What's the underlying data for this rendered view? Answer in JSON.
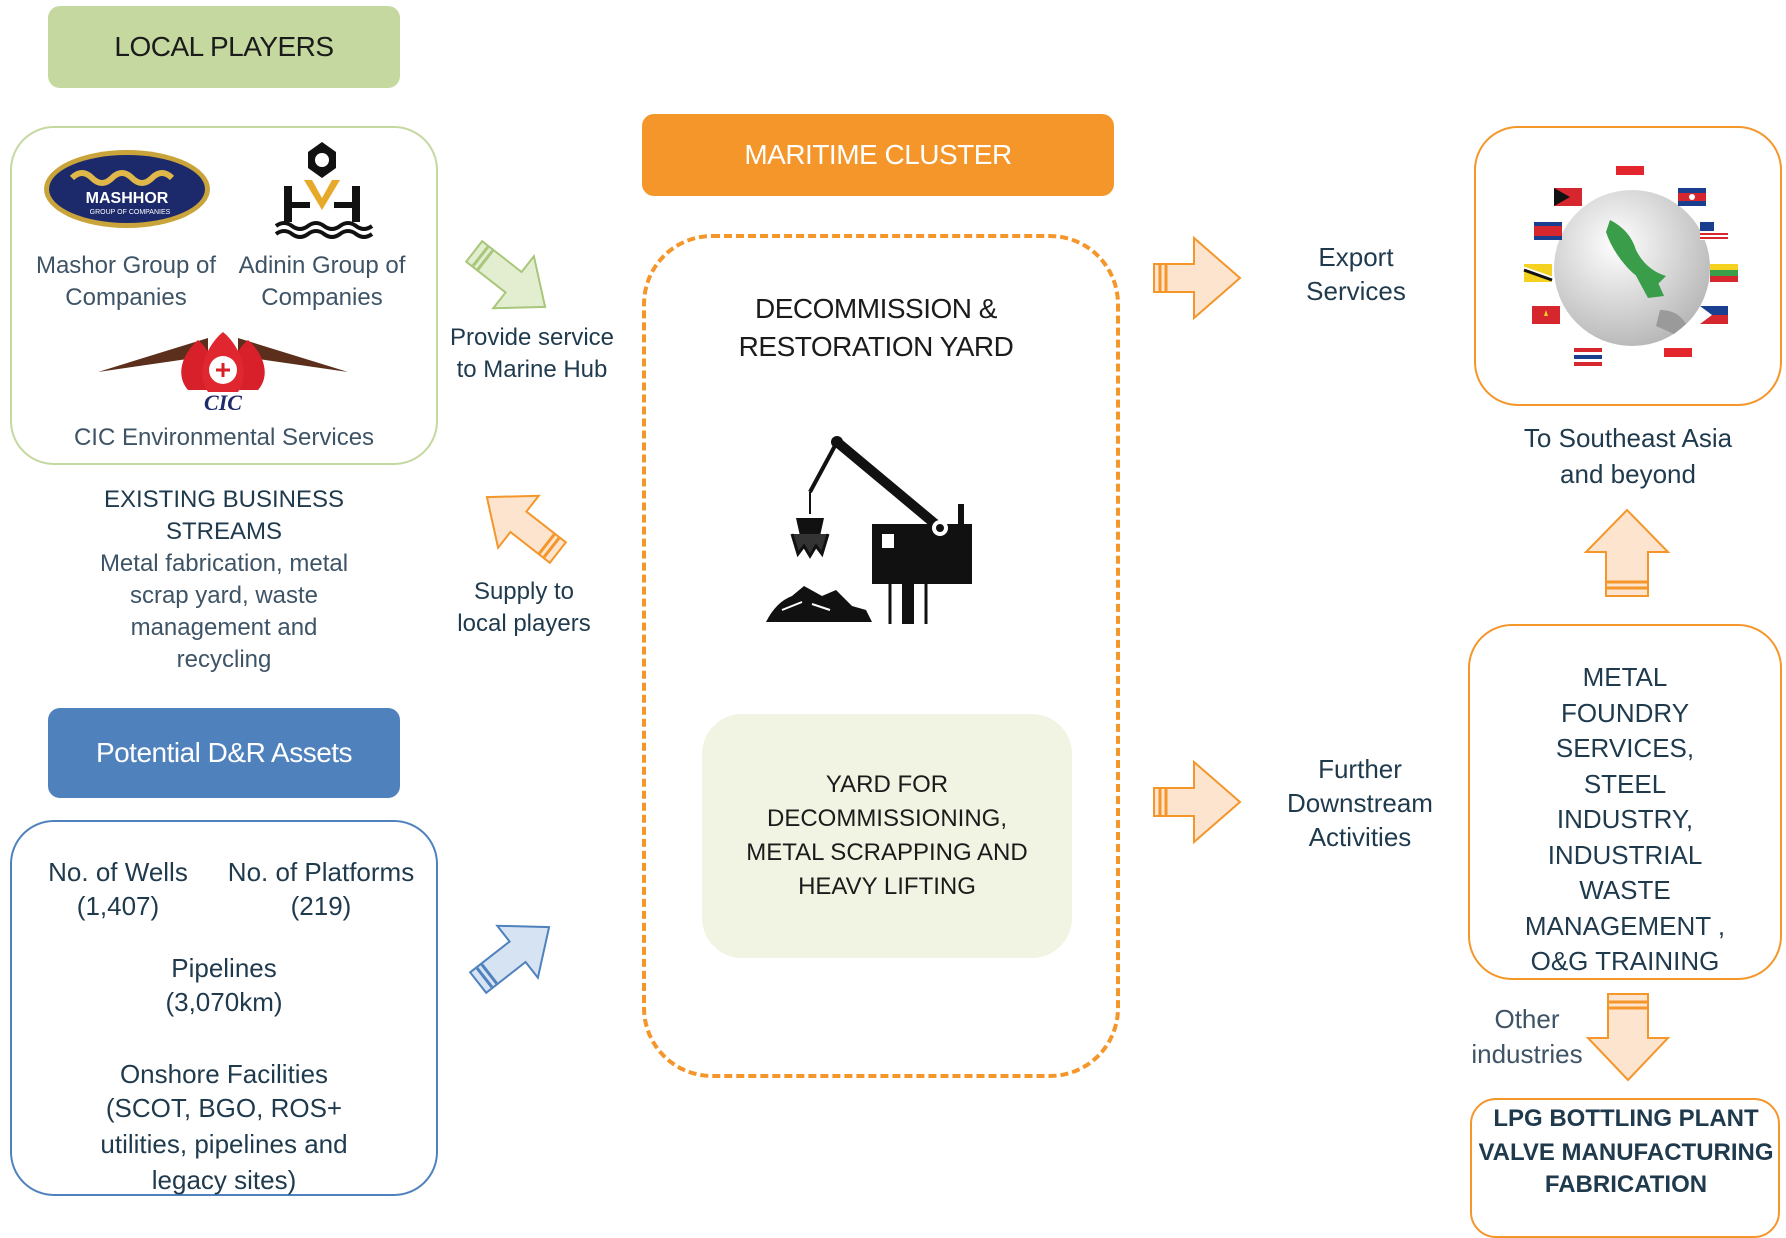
{
  "local_players": {
    "header": "LOCAL PLAYERS",
    "companies": [
      {
        "name": "Mashor Group of Companies",
        "logo_text": "MASHHOR",
        "logo_subtext": "GROUP OF COMPANIES",
        "icon": "mashhor-logo"
      },
      {
        "name": "Adinin Group of Companies",
        "icon": "adinin-logo"
      },
      {
        "name": "CIC Environmental Services",
        "logo_text": "CIC",
        "icon": "cic-logo"
      }
    ],
    "existing_title": "EXISTING BUSINESS STREAMS",
    "existing_desc": "Metal fabrication, metal scrap yard, waste management and recycling"
  },
  "potential": {
    "header": "Potential D&R Assets",
    "wells_label": "No. of  Wells",
    "wells_value": "(1,407)",
    "platforms_label": "No. of Platforms",
    "platforms_value": "(219)",
    "pipelines_label": "Pipelines",
    "pipelines_value": "(3,070km)",
    "onshore_label": "Onshore Facilities",
    "onshore_desc": "(SCOT, BGO, ROS+ utilities, pipelines and legacy sites)"
  },
  "flows": {
    "provide_service": "Provide service to Marine Hub",
    "supply_local": "Supply to local players",
    "export": "Export Services",
    "downstream": "Further Downstream Activities",
    "other_industries": "Other industries"
  },
  "maritime": {
    "header": "MARITIME CLUSTER",
    "title": "DECOMMISSION & RESTORATION YARD",
    "yard_text": "YARD FOR DECOMMISSIONING, METAL SCRAPPING AND HEAVY LIFTING",
    "icon": "crane-yard-icon"
  },
  "right": {
    "sea_label": "To Southeast Asia and beyond",
    "icon": "globe-flags-icon",
    "foundry_text": "METAL FOUNDRY SERVICES, STEEL INDUSTRY, INDUSTRIAL WASTE MANAGEMENT , O&G TRAINING",
    "lpg_line1": "LPG BOTTLING PLANT",
    "lpg_line2": "VALVE MANUFACTURING",
    "lpg_line3": "FABRICATION"
  },
  "colors": {
    "green_header": "#c4d89f",
    "green_border": "#c5d8a0",
    "blue_header": "#4f81bd",
    "blue_border": "#4f81bd",
    "orange": "#f4962a",
    "orange_light": "#fde4cf",
    "yard_fill": "#f1f4e2",
    "text": "#1f3a4d"
  }
}
